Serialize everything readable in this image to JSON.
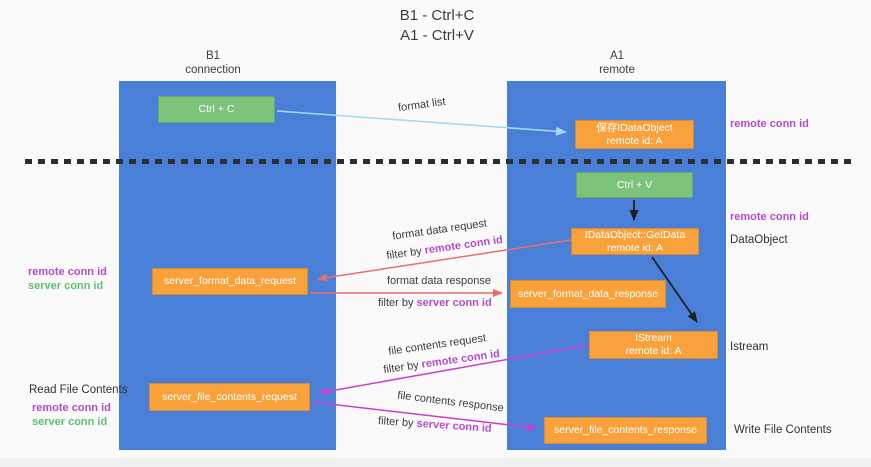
{
  "title": {
    "line1": "B1 - Ctrl+C",
    "line2": "A1 - Ctrl+V"
  },
  "lanes": {
    "left": {
      "title": "B1",
      "subtitle": "connection"
    },
    "right": {
      "title": "A1",
      "subtitle": "remote"
    }
  },
  "nodes": {
    "ctrl_c": {
      "label": "Ctrl + C"
    },
    "save_idataobject": {
      "line1": "保存IDataObject",
      "line2": "remote id: A"
    },
    "ctrl_v": {
      "label": "Ctrl + V"
    },
    "getdata": {
      "line1": "IDataObject::GetData",
      "line2": "remote id: A"
    },
    "server_format_data_request": {
      "label": "server_format_data_request"
    },
    "server_format_data_response": {
      "label": "server_format_data_response"
    },
    "istream_node": {
      "line1": "IStream",
      "line2": "remote id: A"
    },
    "server_file_contents_request": {
      "label": "server_file_contents_request"
    },
    "server_file_contents_response": {
      "label": "server_file_contents_response"
    }
  },
  "edges": {
    "format_list": {
      "label": "format list"
    },
    "format_data_request": {
      "label": "format data request",
      "filter_prefix": "filter by ",
      "filter_key": "remote conn id"
    },
    "format_data_response": {
      "label": "format data response",
      "filter_prefix": "filter by ",
      "filter_key": "server conn id"
    },
    "file_contents_request": {
      "label": "file contents request",
      "filter_prefix": "filter by ",
      "filter_key": "remote conn id"
    },
    "file_contents_response": {
      "label": "file contents response",
      "filter_prefix": "filter by ",
      "filter_key": "server conn id"
    }
  },
  "annotations": {
    "right_remote_conn_id_top": "remote conn id",
    "right_remote_conn_id_mid": "remote conn id",
    "dataobject": "DataObject",
    "istream": "Istream",
    "write_file_contents": "Write File Contents",
    "left_remote_conn_id_mid": "remote conn id",
    "left_server_conn_id_mid": "server conn id",
    "read_file_contents": "Read File Contents",
    "left_remote_conn_id_bottom": "remote conn id",
    "left_server_conn_id_bottom": "server conn id"
  },
  "colors": {
    "background": "#fafafa",
    "lane_blue": "#4a7fd8",
    "node_green": "#7cc47c",
    "node_orange": "#f9a23c",
    "arrow_light_blue": "#a9d6f5",
    "arrow_red": "#e8706a",
    "arrow_magenta": "#cc3dcc",
    "arrow_black": "#1f1f1f",
    "label_purple": "#b44bcf",
    "label_green": "#5fbf70",
    "divider_dark": "#2e2e2e"
  }
}
